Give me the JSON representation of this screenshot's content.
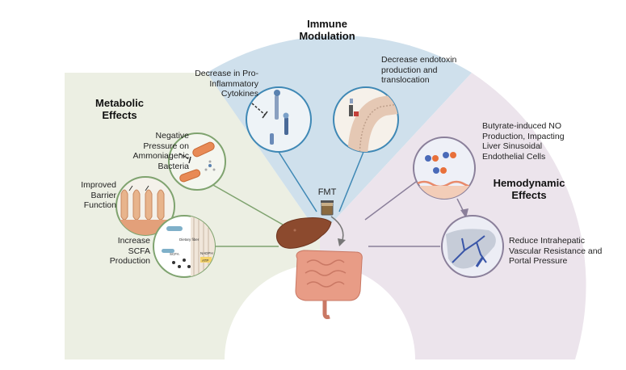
{
  "titles": {
    "immune": "Immune Modulation",
    "metabolic": "Metabolic Effects",
    "hemodynamic": "Hemodynamic Effects"
  },
  "labels": {
    "cytokines": "Decrease in Pro-Inflammatory Cytokines",
    "endotoxin": "Decrease endotoxin production and translocation",
    "ammonia": "Negative Pressure on Ammoniagenic Bacteria",
    "barrier": "Improved Barrier Function",
    "scfa": "Increase SCFA Production",
    "butyrate": "Butyrate-induced NO Production, Impacting Liver Sinusoidal Endothelial Cells",
    "resistance": "Reduce Intrahepatic Vascular Resistance and Portal Pressure",
    "fmt": "FMT"
  },
  "inset_text": {
    "dietary_fiber": "Dietary fiber",
    "scfa_small": "SCFA",
    "nadph": "NADPH",
    "atp": "ATP"
  },
  "colors": {
    "metabolic_bg": "#ecefe3",
    "immune_bg": "#cfe0ec",
    "hemodynamic_bg": "#ece4ec",
    "green_line": "#7fa36f",
    "blue_line": "#3f88b5",
    "purple_line": "#8a7f9a",
    "liver": "#8c4a2e",
    "intestine": "#e89c86"
  }
}
